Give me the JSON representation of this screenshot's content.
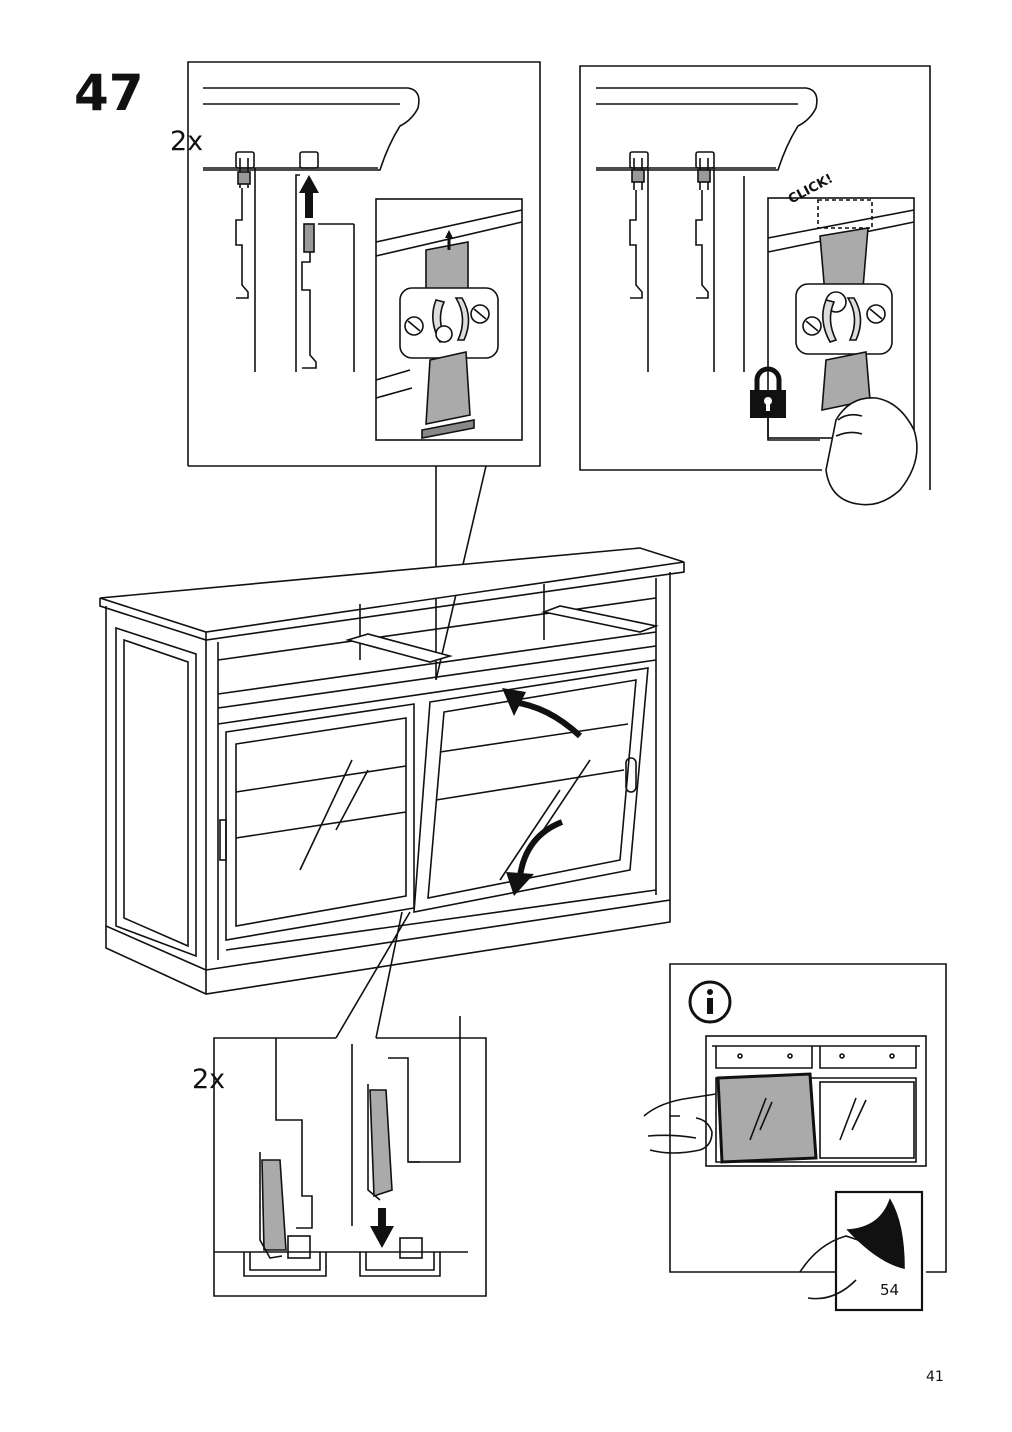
{
  "step": {
    "number": "47"
  },
  "detail_top_left": {
    "quantity": "2x"
  },
  "detail_top_right": {
    "sound_label": "CLICK!"
  },
  "detail_bottom": {
    "quantity": "2x"
  },
  "info_box": {
    "icon": "info-icon",
    "reference_page": "54"
  },
  "footer": {
    "page_number": "41"
  }
}
